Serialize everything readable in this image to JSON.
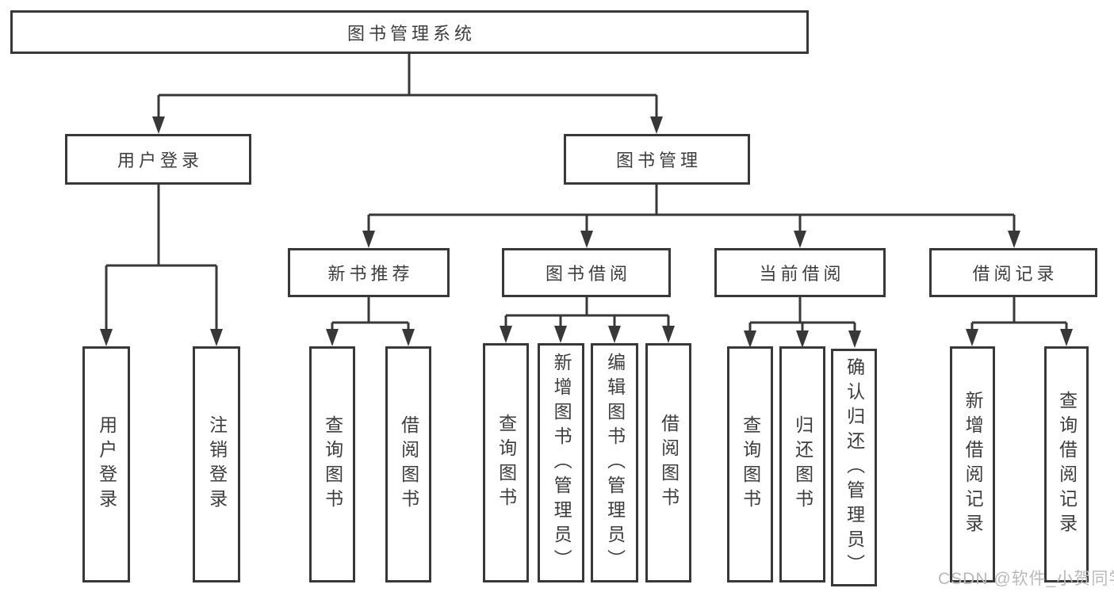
{
  "diagram": {
    "root": {
      "label": "图书管理系统"
    },
    "branches": [
      {
        "label": "用户登录",
        "children": [
          {
            "label": "用户登录"
          },
          {
            "label": "注销登录"
          }
        ]
      },
      {
        "label": "图书管理",
        "children": [
          {
            "label": "新书推荐",
            "children": [
              {
                "label": "查询图书"
              },
              {
                "label": "借阅图书"
              }
            ]
          },
          {
            "label": "图书借阅",
            "children": [
              {
                "label": "查询图书"
              },
              {
                "label": "新增图书（管理员）"
              },
              {
                "label": "编辑图书（管理员）"
              },
              {
                "label": "借阅图书"
              }
            ]
          },
          {
            "label": "当前借阅",
            "children": [
              {
                "label": "查询图书"
              },
              {
                "label": "归还图书"
              },
              {
                "label": "确认归还（管理员）"
              }
            ]
          },
          {
            "label": "借阅记录",
            "children": [
              {
                "label": "新增借阅记录"
              },
              {
                "label": "查询借阅记录"
              }
            ]
          }
        ]
      }
    ],
    "watermark": "CSDN @软件_小贺同学",
    "colors": {
      "line": "#383838",
      "text": "#3d3d3d",
      "watermark": "#b9b9b9",
      "background": "#ffffff"
    }
  }
}
